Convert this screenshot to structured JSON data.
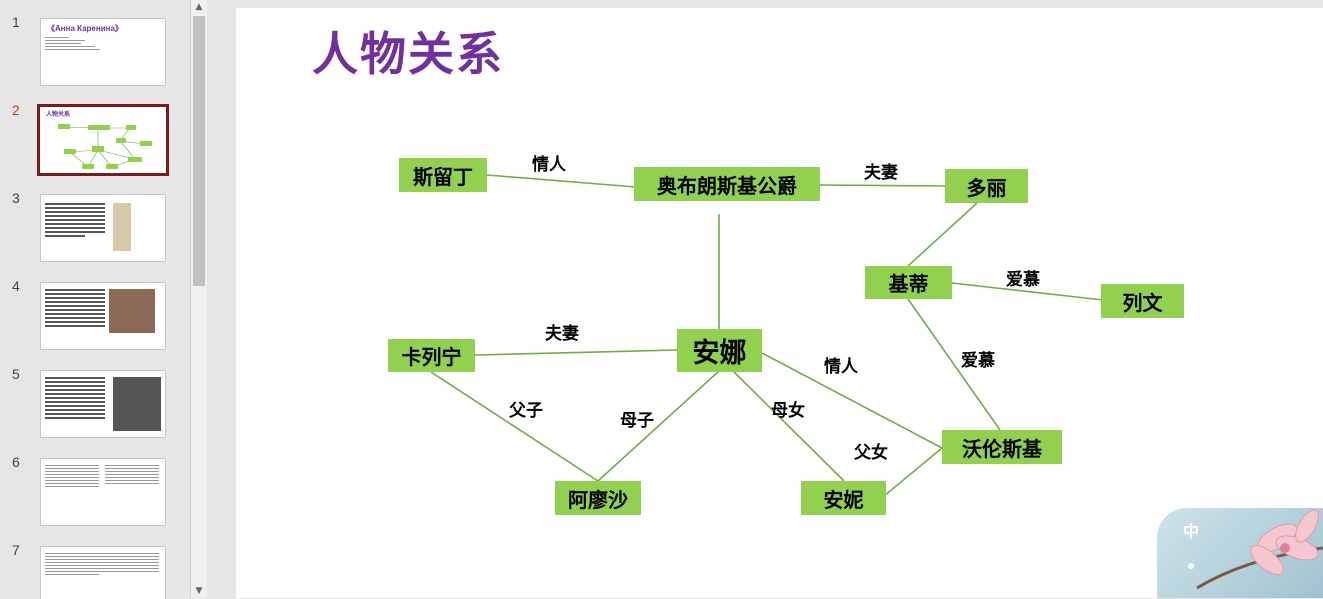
{
  "thumbnails": [
    {
      "num": "1",
      "title": "《Анна Каренина》"
    },
    {
      "num": "2",
      "title": "人物关系"
    },
    {
      "num": "3",
      "title": ""
    },
    {
      "num": "4",
      "title": ""
    },
    {
      "num": "5",
      "title": ""
    },
    {
      "num": "6",
      "title": ""
    },
    {
      "num": "7",
      "title": ""
    }
  ],
  "active_slide": "2",
  "slide": {
    "title": "人物关系",
    "nodes": {
      "n1": "斯留丁",
      "n2": "奥布朗斯基公爵",
      "n3": "多丽",
      "n4": "基蒂",
      "n5": "列文",
      "n6": "卡列宁",
      "n7": "安娜",
      "n8": "沃伦斯基",
      "n9": "阿廖沙",
      "n10": "安妮"
    },
    "edges": {
      "e1": "情人",
      "e2": "夫妻",
      "e3": "爱慕",
      "e4": "夫妻",
      "e5": "情人",
      "e6": "爱慕",
      "e7": "父子",
      "e8": "母子",
      "e9": "母女",
      "e10": "父女"
    }
  },
  "colors": {
    "title": "#7030a0",
    "node_fill": "#92d050",
    "edge_line": "#70ad47",
    "active_marker": "#c43e1c"
  },
  "decoration": {
    "glyph": "中",
    "icon": "cherry-blossom-icon"
  }
}
